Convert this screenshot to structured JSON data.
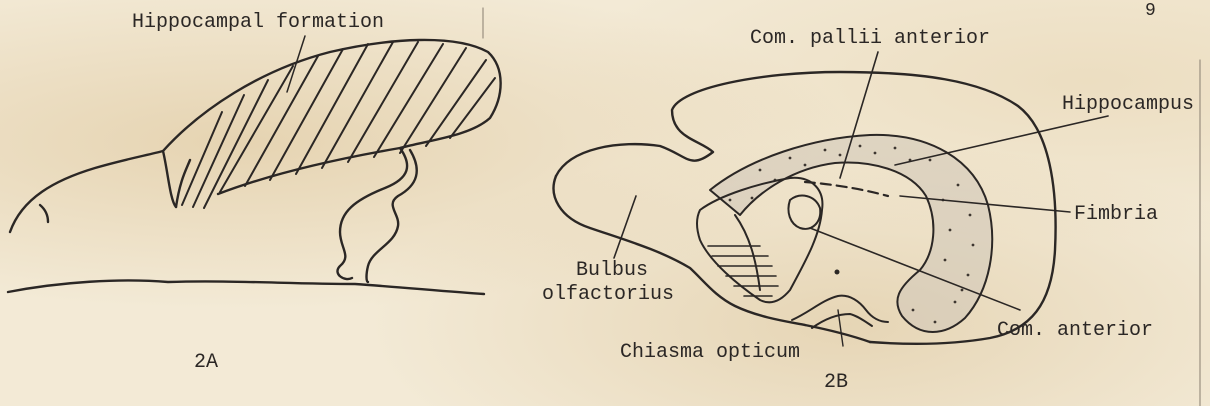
{
  "page_number": "9",
  "figure_2a": {
    "label_hippocampal_formation": "Hippocampal formation",
    "caption": "2A"
  },
  "figure_2b": {
    "label_com_pallii_anterior": "Com. pallii anterior",
    "label_hippocampus": "Hippocampus",
    "label_fimbria": "Fimbria",
    "label_bulbus": "Bulbus",
    "label_olfactorius": "olfactorius",
    "label_com_anterior": "Com. anterior",
    "label_chiasma_opticum": "Chiasma opticum",
    "caption": "2B"
  }
}
